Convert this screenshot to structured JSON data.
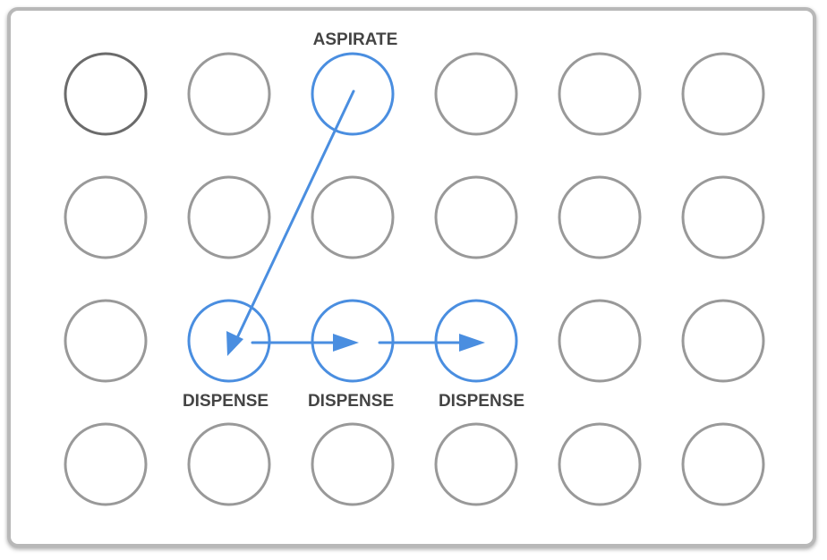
{
  "plate": {
    "rows": 4,
    "cols": 6
  },
  "labels": {
    "aspirate": "ASPIRATE",
    "dispense_1": "DISPENSE",
    "dispense_2": "DISPENSE",
    "dispense_3": "DISPENSE"
  },
  "highlighted_wells": [
    {
      "role": "aspirate",
      "row": 1,
      "col": 3
    },
    {
      "role": "dispense",
      "row": 3,
      "col": 2
    },
    {
      "role": "dispense",
      "row": 3,
      "col": 3
    },
    {
      "role": "dispense",
      "row": 3,
      "col": 4
    }
  ],
  "colors": {
    "well_default": "#999999",
    "well_first": "#6b6b6b",
    "well_highlight": "#4a8ee0",
    "arrow": "#4a8ee0",
    "label_text": "#444444",
    "plate_border": "#b8b8b8"
  }
}
